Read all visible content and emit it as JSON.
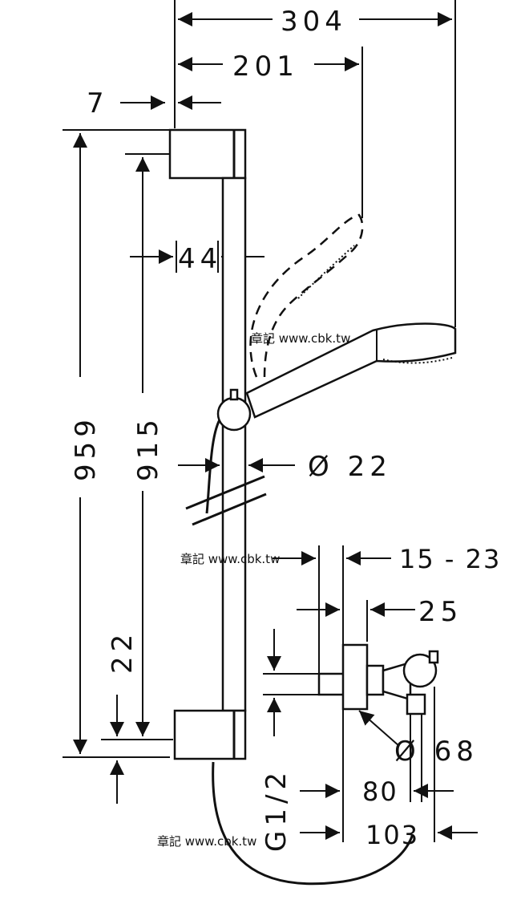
{
  "dimensions": {
    "total_reach": "304",
    "handshower_reach": "201",
    "wall_offset": "7",
    "rail_width": "44",
    "total_height": "959",
    "rail_height": "915",
    "rail_diameter": "Ø 22",
    "bracket_height": "22",
    "connection_depth": "15 - 23",
    "connector_length": "25",
    "flange_diameter": "Ø 68",
    "thread": "G1/2",
    "valve_depth_1": "80",
    "valve_depth_2": "103"
  },
  "watermarks": {
    "top": "章記 www.cbk.tw",
    "middle": "章記 www.cbk.tw",
    "bottom": "章記 www.cbk.tw"
  },
  "icons": [
    "arrowhead-icon",
    "flange-icon",
    "valve-icon",
    "handshower-icon"
  ]
}
